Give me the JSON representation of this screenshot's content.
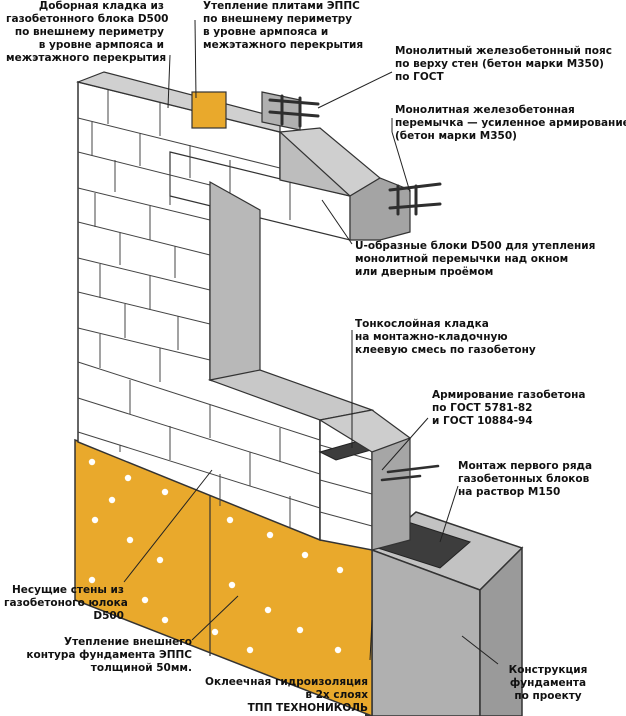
{
  "labels": {
    "extra_masonry": [
      "Доборная кладка из",
      "газобетонного блока D500",
      "по внешнему периметру",
      "в уровне армпояса и",
      "межэтажного перекрытия"
    ],
    "eps_insulation": [
      "Утепление плитами ЭППС",
      "по внешнему периметру",
      "в уровне армпояса и",
      "межэтажного перекрытия"
    ],
    "ring_beam": [
      "Монолитный железобетонный пояс",
      "по верху стен (бетон марки М350)",
      "по ГОСТ"
    ],
    "lintel": [
      "Монолитная железобетонная",
      "перемычка — усиленное армирование",
      "(бетон марки М350)"
    ],
    "u_blocks": [
      "U-образные блоки D500 для утепления",
      "монолитной перемычки над окном",
      "или дверным проёмом"
    ],
    "thin_masonry": [
      "Тонкослойная кладка",
      "на монтажно-кладочную",
      "клеевую смесь по газобетону"
    ],
    "reinforcement": [
      "Армирование газобетона",
      "по ГОСТ 5781-82",
      "и ГОСТ 10884-94"
    ],
    "first_row": [
      "Монтаж первого ряда",
      "газобетонных блоков",
      "на раствор М150"
    ],
    "bearing_walls": [
      "Несущие стены из",
      "газобетоного юлока",
      "D500"
    ],
    "foundation_insulation": [
      "Утепление внешнего",
      "контура фундамента ЭППС",
      "толщиной 50мм."
    ],
    "waterproofing": [
      "Оклеечная гидроизоляция",
      "в 2х слоях",
      "ТПП ТЕХНОНИКОЛЬ"
    ],
    "foundation": [
      "Конструкция",
      "фундамента",
      "по проекту"
    ]
  },
  "colors": {
    "block_face": "#ffffff",
    "block_top": "#c9c9c9",
    "block_side": "#a8a8a8",
    "mortar": "#555555",
    "insulation": "#e9a92c",
    "concrete": "#b4b4b4",
    "dark": "#3b3b3b",
    "rebar": "#333333"
  }
}
